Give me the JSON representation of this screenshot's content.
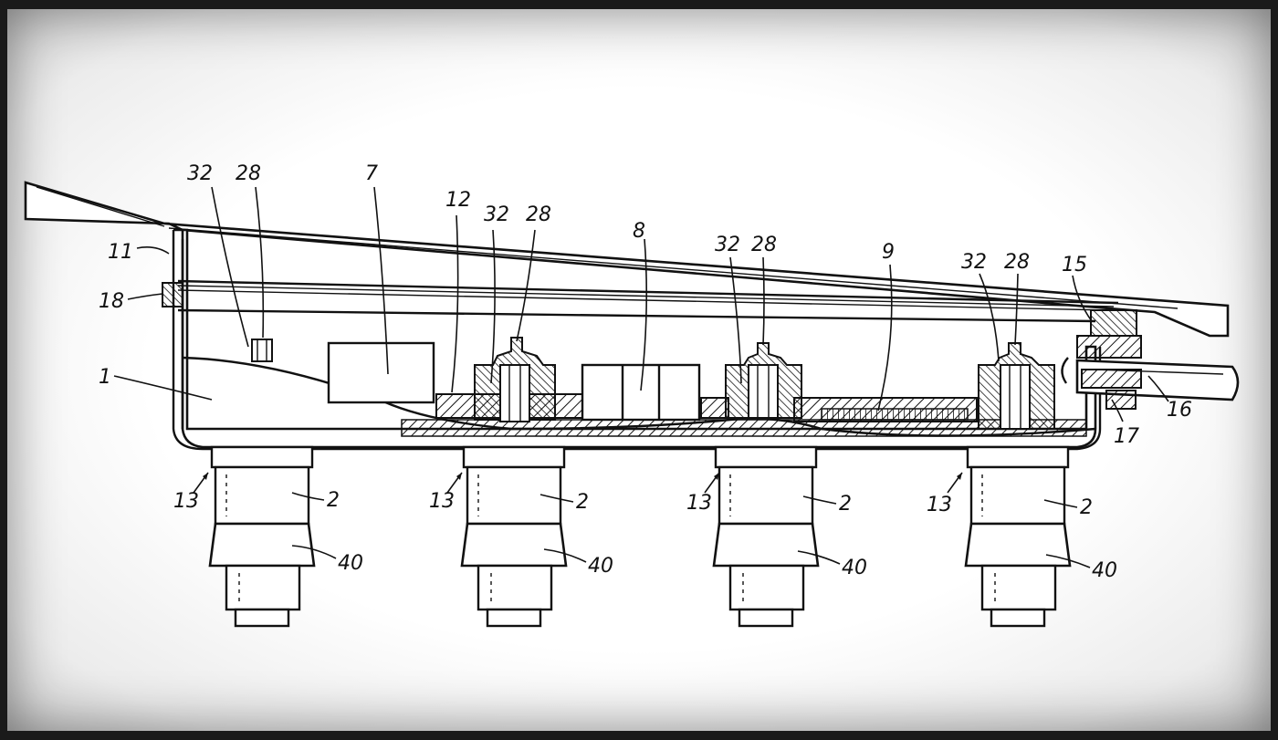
{
  "labels": {
    "l11": "11",
    "l18": "18",
    "l1": "1",
    "l32a": "32",
    "l28a": "28",
    "l7": "7",
    "l12": "12",
    "l32b": "32",
    "l28b": "28",
    "l8": "8",
    "l32c": "32",
    "l28c": "28",
    "l9": "9",
    "l32d": "32",
    "l28d": "28",
    "l15": "15",
    "l16": "16",
    "l17": "17",
    "l13a": "13",
    "l2a": "2",
    "l40a": "40",
    "l13b": "13",
    "l2b": "2",
    "l40b": "40",
    "l13c": "13",
    "l2c": "2",
    "l40c": "40",
    "l13d": "13",
    "l2d": "2",
    "l40d": "40"
  }
}
